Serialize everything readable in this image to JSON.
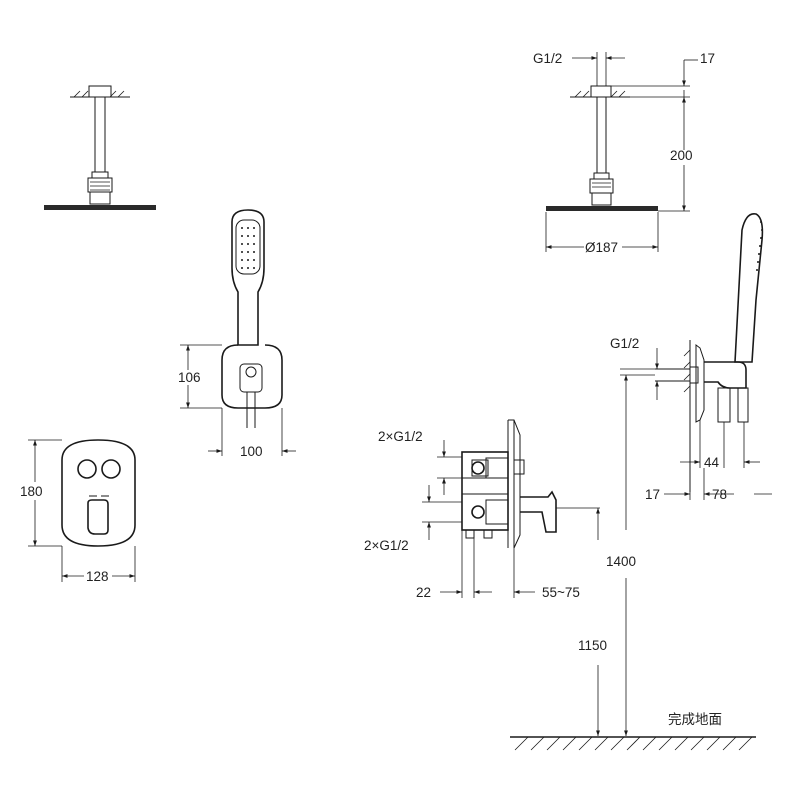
{
  "dimensions": {
    "top_thread": "G1/2",
    "top_wall_offset": "17",
    "top_drop": "200",
    "head_diameter": "Ø187",
    "holder_height": "106",
    "holder_width": "100",
    "panel_height": "180",
    "panel_width": "128",
    "valve_upper_thread": "2×G1/2",
    "valve_lower_thread": "2×G1/2",
    "valve_back_depth": "22",
    "valve_front_depth": "55~75",
    "side_thread": "G1/2",
    "side_44": "44",
    "side_17": "17",
    "side_78": "78",
    "height_1400": "1400",
    "height_1150": "1150"
  },
  "floor_label": "完成地面"
}
